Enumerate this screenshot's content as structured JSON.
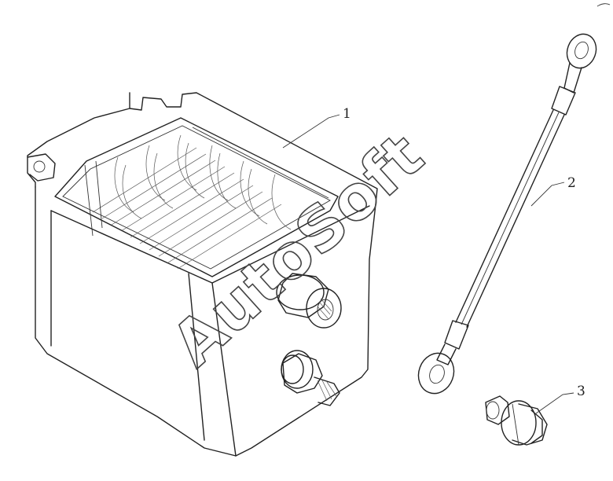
{
  "callouts": [
    {
      "id": "1",
      "label": "1"
    },
    {
      "id": "2",
      "label": "2"
    },
    {
      "id": "3",
      "label": "3"
    }
  ],
  "watermark": {
    "text": "AutoSoft"
  },
  "colors": {
    "line": "#222222",
    "background": "#ffffff"
  }
}
